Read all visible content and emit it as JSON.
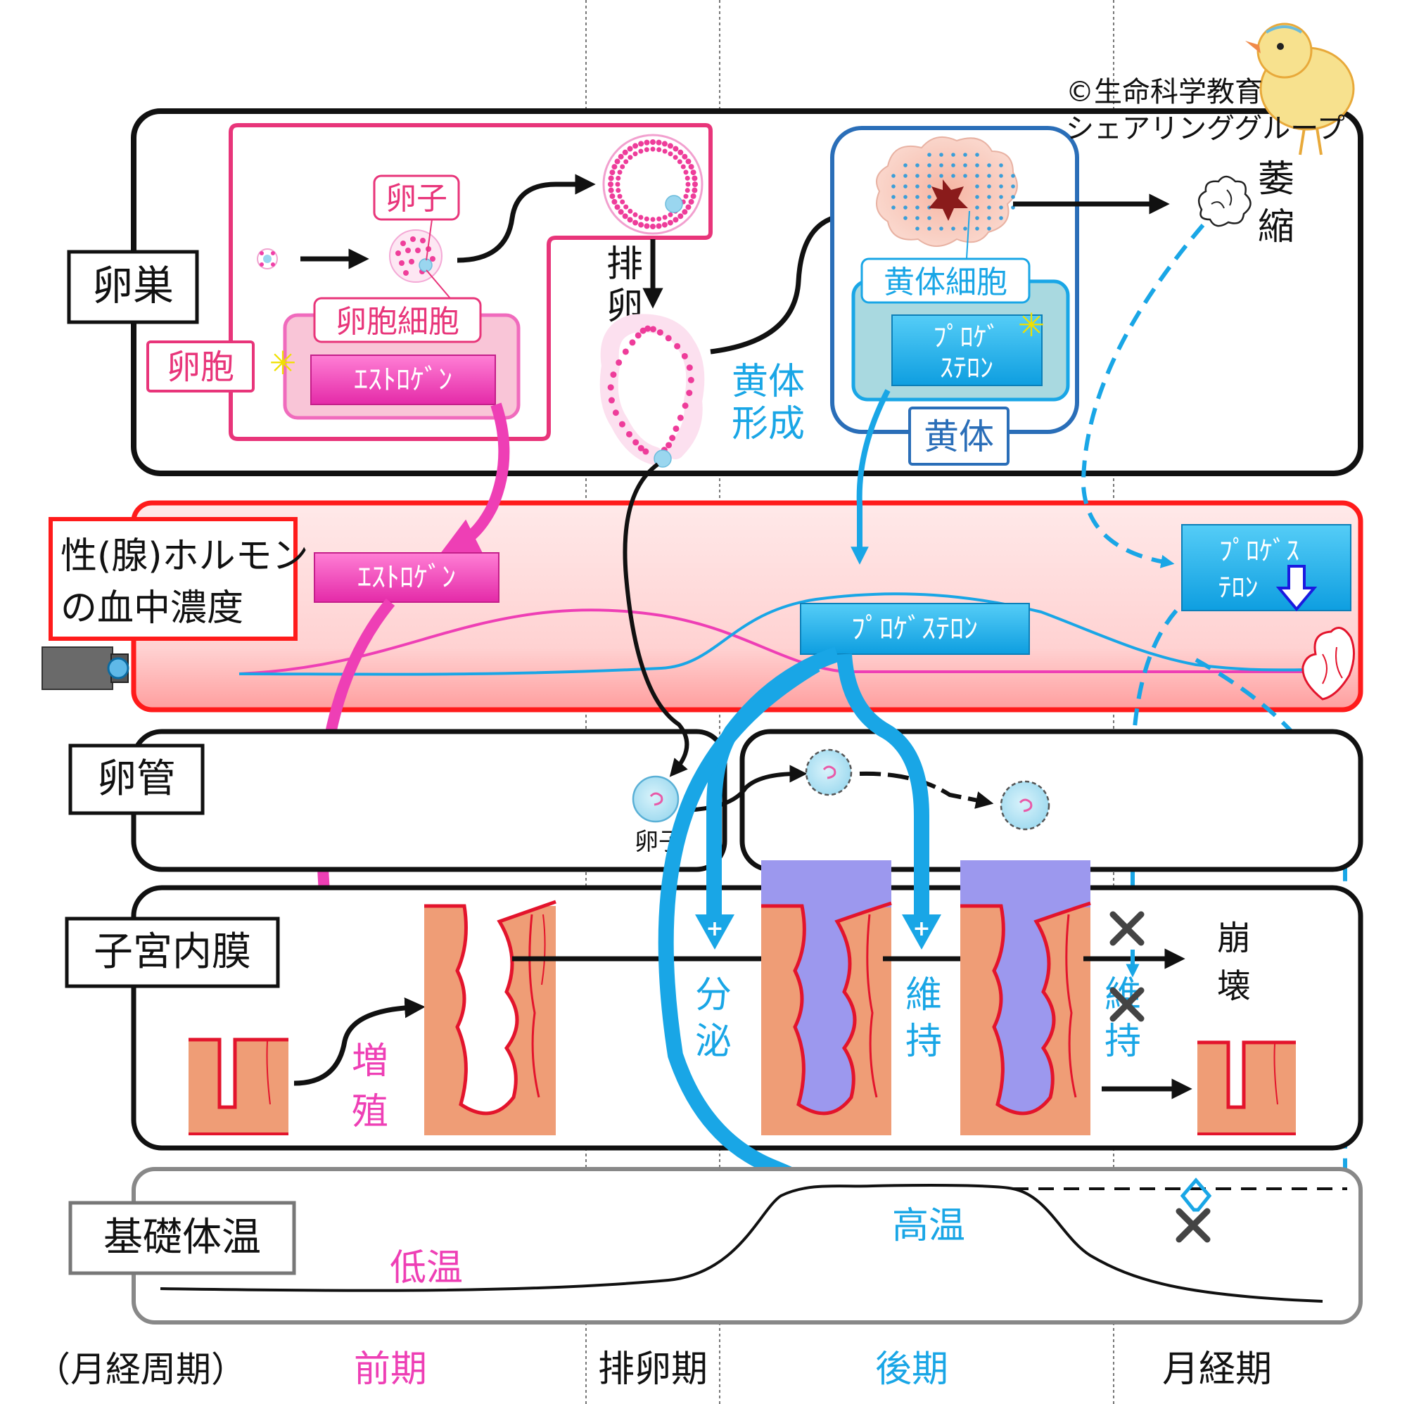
{
  "copyright": {
    "line1": "©生命科学教育",
    "line2": "シェアリンググループ"
  },
  "rows": {
    "ovary": "卵巣",
    "hormone_line1": "性(腺)ホルモン",
    "hormone_line2": "の血中濃度",
    "oviduct": "卵管",
    "endometrium": "子宮内膜",
    "bbt": "基礎体温"
  },
  "ovary": {
    "follicle_label": "卵胞",
    "egg_label": "卵子",
    "follicle_cell_label": "卵胞細胞",
    "estrogen_box": "ｴｽﾄﾛｹﾞﾝ",
    "ovulation_v1": "排",
    "ovulation_v2": "卵",
    "luteinization_1": "黄体",
    "luteinization_2": "形成",
    "luteal_cell_label": "黄体細胞",
    "progesterone_box_1": "ﾌﾟﾛｹﾞ",
    "progesterone_box_2": "ｽﾃﾛﾝ",
    "corpus_luteum_label": "黄体",
    "atrophy_1": "萎",
    "atrophy_2": "縮"
  },
  "hormone": {
    "estrogen_box": "ｴｽﾄﾛｹﾞﾝ",
    "progesterone_box": "ﾌﾟﾛｹﾞｽﾃﾛﾝ",
    "progesterone_right_1": "ﾌﾟﾛｹﾞｽ",
    "progesterone_right_2": "ﾃﾛﾝ"
  },
  "oviduct": {
    "egg_label": "卵子"
  },
  "endometrium": {
    "proliferation_1": "増",
    "proliferation_2": "殖",
    "secretion_1": "分",
    "secretion_2": "泌",
    "maintain_1": "維",
    "maintain_2": "持",
    "maintain_x_1": "維",
    "maintain_x_2": "持",
    "collapse_1": "崩",
    "collapse_2": "壊"
  },
  "bbt": {
    "low": "低温",
    "high": "高温"
  },
  "phases": {
    "cycle": "（月経周期）",
    "follicular": "前期",
    "ovulatory": "排卵期",
    "luteal": "後期",
    "menstrual": "月経期"
  },
  "colors": {
    "estrogen": "#ee3fb5",
    "progesterone": "#19a6e6",
    "follicle": "#e8357a",
    "luteal_box": "#2a6eb8",
    "blood_band": "#ff1b1b",
    "endometrium_tissue": "#ef9d76",
    "secretion_purple": "#9c98ee",
    "vessel_red": "#e3142c"
  }
}
